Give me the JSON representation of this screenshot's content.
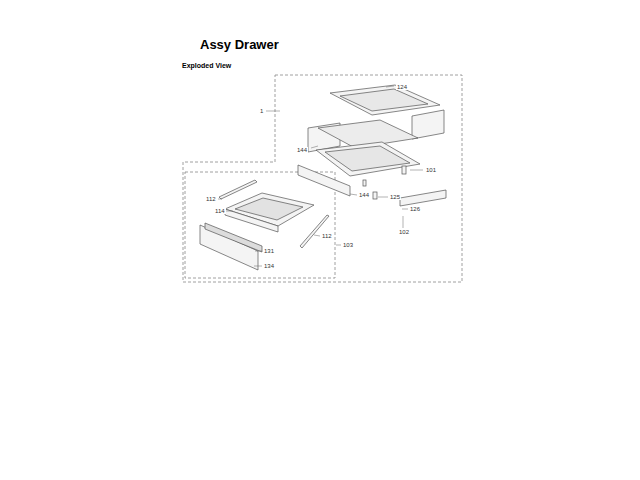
{
  "diagram": {
    "title": "Assy Drawer",
    "labels": [
      "Exploded View",
      "124",
      "1",
      "144",
      "101",
      "144",
      "125",
      "126",
      "102",
      "112",
      "114",
      "112",
      "103",
      "131",
      "134"
    ]
  }
}
